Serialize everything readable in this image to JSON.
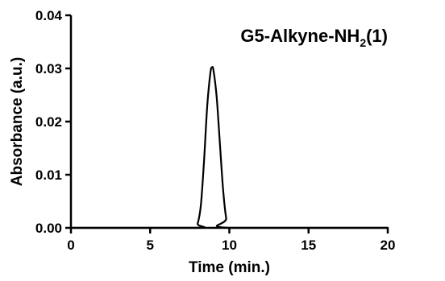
{
  "chart_data": {
    "type": "line",
    "title": "G5-Alkyne-NH",
    "title_subscript": "2",
    "title_suffix": "(1)",
    "xlabel": "Time (min.)",
    "ylabel": "Absorbance (a.u.)",
    "xlim": [
      0,
      20
    ],
    "ylim": [
      0,
      0.04
    ],
    "xticks": [
      0,
      5,
      10,
      15,
      20
    ],
    "xtick_labels": [
      "0",
      "5",
      "10",
      "15",
      "20"
    ],
    "yticks": [
      0.0,
      0.01,
      0.02,
      0.03,
      0.04
    ],
    "ytick_labels": [
      "0.00",
      "0.01",
      "0.02",
      "0.03",
      "0.04"
    ],
    "grid": false,
    "series": [
      {
        "color": "#000000",
        "x": [
          0,
          7.8,
          8.0,
          8.2,
          8.4,
          8.6,
          8.8,
          8.9,
          9.0,
          9.2,
          9.4,
          9.6,
          9.8,
          10.0,
          20
        ],
        "y": [
          0,
          0,
          0.0008,
          0.0042,
          0.0125,
          0.0228,
          0.0291,
          0.0302,
          0.0296,
          0.0246,
          0.016,
          0.0074,
          0.0018,
          0.0,
          0
        ]
      }
    ]
  }
}
